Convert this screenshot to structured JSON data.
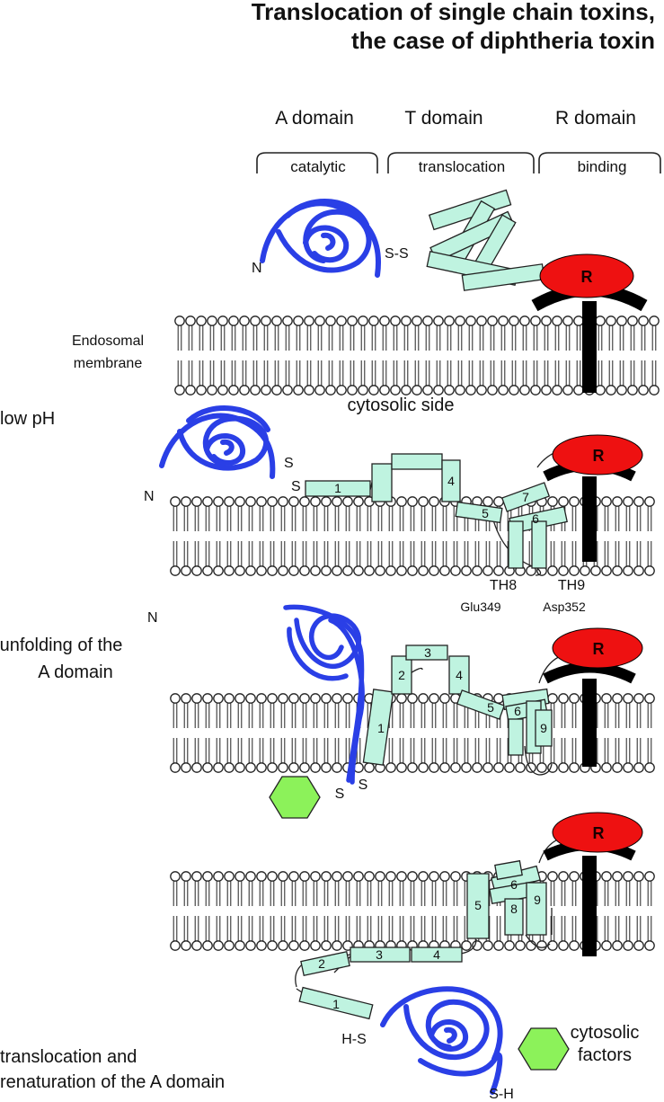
{
  "title": {
    "line1": "Translocation of single chain toxins,",
    "line2": "the case of diphtheria toxin"
  },
  "domains": [
    {
      "name": "A domain",
      "function": "catalytic"
    },
    {
      "name": "T domain",
      "function": "translocation"
    },
    {
      "name": "R domain",
      "function": "binding"
    }
  ],
  "labels": {
    "endosomal": "Endosomal",
    "membrane": "membrane",
    "cytosolic_side": "cytosolic side",
    "low_ph": "low pH",
    "unfolding_1": "unfolding of the",
    "unfolding_2": "A domain",
    "translocation_1": "translocation and",
    "translocation_2": "renaturation of the A domain",
    "cytosolic_factors_1": "cytosolic",
    "cytosolic_factors_2": "factors",
    "th8": "TH8",
    "th9": "TH9",
    "glu": "Glu349",
    "asp": "Asp352",
    "n": "N",
    "s": "S",
    "ss": "S-S",
    "hs": "H-S",
    "sh": "S-H",
    "receptor": "R"
  },
  "helix_numbers": {
    "p2": [
      "1",
      "4",
      "5",
      "6",
      "7"
    ],
    "p3": [
      "1",
      "2",
      "3",
      "4",
      "5",
      "6",
      "9"
    ],
    "p4": [
      "1",
      "2",
      "3",
      "4",
      "5",
      "6",
      "8",
      "9"
    ]
  },
  "colors": {
    "chain": "#2a3fe6",
    "helix": "#bff3e0",
    "receptor": "#ee1111",
    "hexagon": "#8cf25a",
    "membrane": "#222222"
  }
}
